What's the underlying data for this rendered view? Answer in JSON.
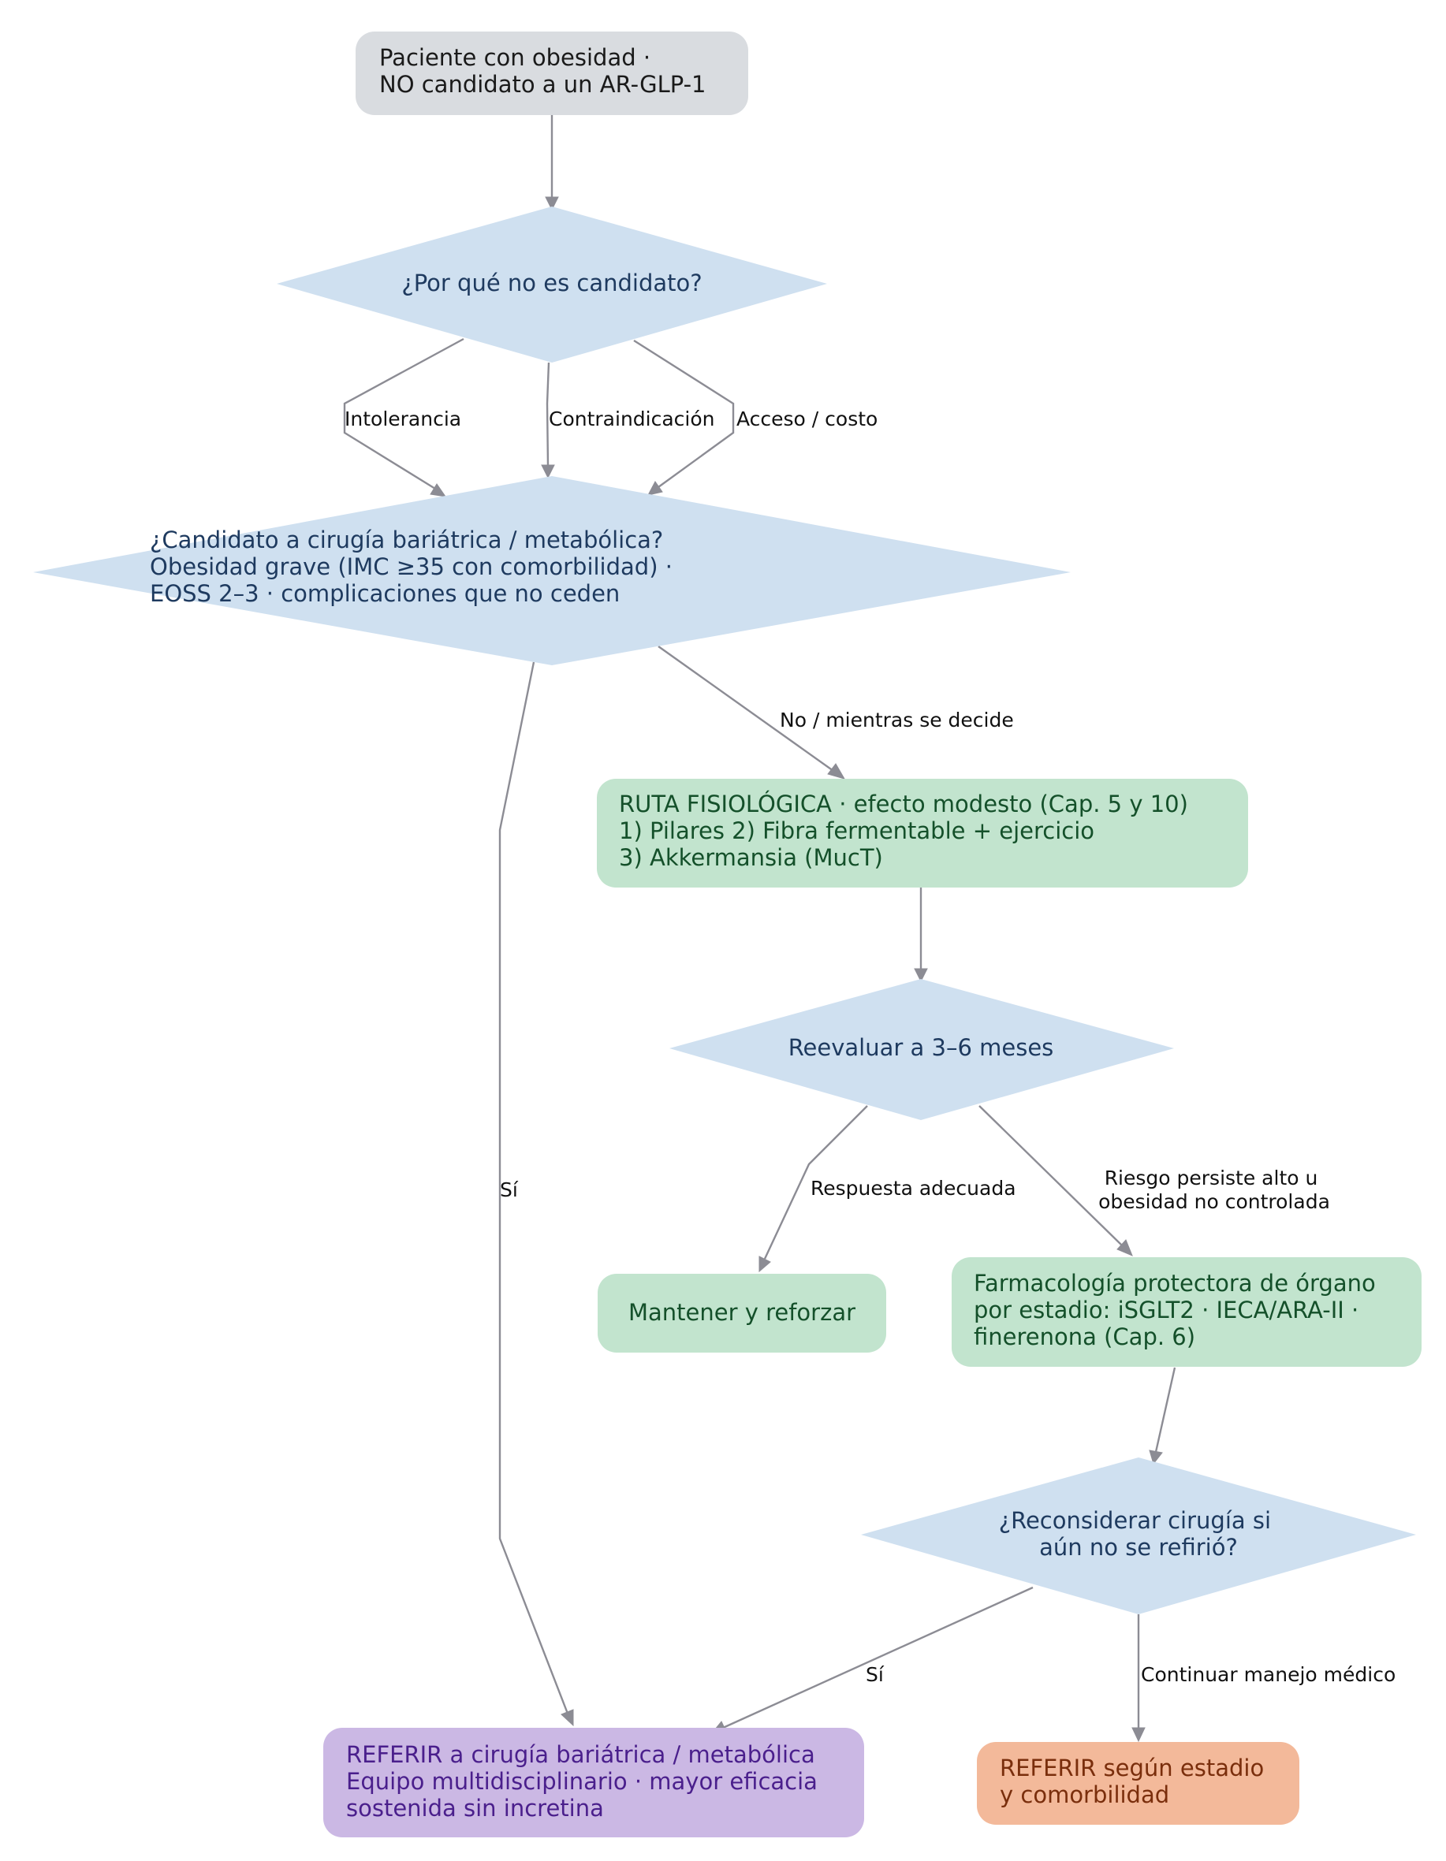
{
  "colors": {
    "start_fill": "#d9dce0",
    "start_text": "#1a1a1a",
    "decision_fill": "#cfe0f0",
    "decision_text": "#1e3a5f",
    "green_fill": "#c2e4ce",
    "green_text": "#14502a",
    "purple_fill": "#cbb8e4",
    "purple_text": "#4a1f8c",
    "orange_fill": "#f3b99a",
    "orange_text": "#7a2e0c",
    "edge": "#8c8c94"
  },
  "nodes": {
    "start": {
      "lines": [
        "Paciente con obesidad ·",
        "NO candidato a un AR-GLP-1"
      ]
    },
    "why": {
      "lines": [
        "¿Por qué no es candidato?"
      ]
    },
    "bariatric": {
      "lines": [
        "¿Candidato a cirugía bariátrica / metabólica?",
        "Obesidad grave (IMC ≥35 con comorbilidad) ·",
        "EOSS 2–3 · complicaciones que no ceden"
      ]
    },
    "physio": {
      "lines": [
        "RUTA FISIOLÓGICA · efecto modesto (Cap. 5 y 10)",
        "1) Pilares  2) Fibra fermentable + ejercicio",
        "3) Akkermansia (MucT)"
      ]
    },
    "reeval": {
      "lines": [
        "Reevaluar a 3–6 meses"
      ]
    },
    "maintain": {
      "lines": [
        "Mantener y reforzar"
      ]
    },
    "pharma": {
      "lines": [
        "Farmacología protectora de órgano",
        "por estadio: iSGLT2 · IECA/ARA-II ·",
        "finerenona (Cap. 6)"
      ]
    },
    "reconsider": {
      "lines": [
        "¿Reconsiderar cirugía si",
        "aún no se refirió?"
      ]
    },
    "refer_surgery": {
      "lines": [
        "REFERIR a cirugía bariátrica / metabólica",
        "Equipo multidisciplinario · mayor eficacia",
        "sostenida sin incretina"
      ]
    },
    "refer_stage": {
      "lines": [
        "REFERIR según estadio",
        "y comorbilidad"
      ]
    }
  },
  "edges": {
    "intolerancia": {
      "lines": [
        "Intolerancia"
      ]
    },
    "contraindicacion": {
      "lines": [
        "Contraindicación"
      ]
    },
    "acceso": {
      "lines": [
        "Acceso / costo"
      ]
    },
    "no_mientras": {
      "lines": [
        "No / mientras se decide"
      ]
    },
    "si_left": {
      "lines": [
        "Sí"
      ]
    },
    "respuesta": {
      "lines": [
        "Respuesta adecuada"
      ]
    },
    "riesgo": {
      "lines": [
        "Riesgo persiste alto u",
        "obesidad no controlada"
      ]
    },
    "si_bottom": {
      "lines": [
        "Sí"
      ]
    },
    "continuar": {
      "lines": [
        "Continuar manejo médico"
      ]
    }
  }
}
